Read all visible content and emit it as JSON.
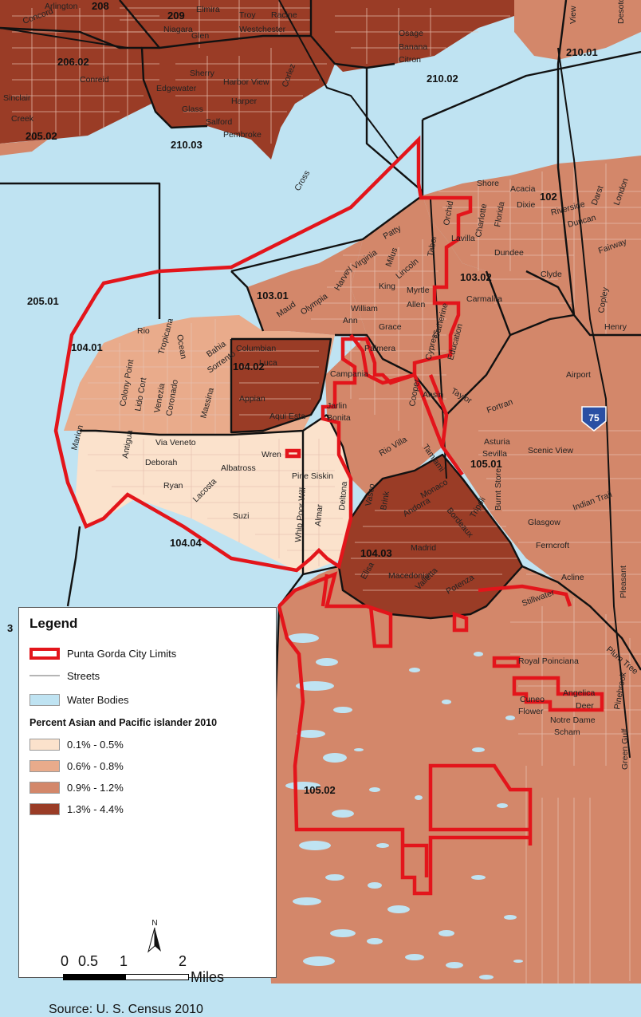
{
  "colors": {
    "water": "#bfe3f2",
    "class_1": "#fbe2cc",
    "class_2": "#e9ab8b",
    "class_3": "#d3876a",
    "class_4": "#9a3c26",
    "city_limits": "#e3151b",
    "tract_border": "#111111",
    "streets": "#e7c1b1"
  },
  "tract_labels": [
    "208",
    "209",
    "206.02",
    "210.01",
    "210.02",
    "210.03",
    "205.02",
    "102",
    "103.01",
    "103.02",
    "205.01",
    "104.01",
    "104.02",
    "105.01",
    "104.04",
    "104.03",
    "105.02",
    "3"
  ],
  "street_labels": [
    "Arlington",
    "Concord",
    "Elmira",
    "Troy",
    "Racine",
    "Niagara",
    "Glen",
    "Westchester",
    "Osage",
    "Banana",
    "Citron",
    "View",
    "Desoto",
    "Edgewater",
    "Sherry",
    "Harbor View",
    "Harper",
    "Corlez",
    "Conreid",
    "Sinclair",
    "Creek",
    "Glass",
    "Salford",
    "Pembroke",
    "Cross",
    "Shore",
    "Acacia",
    "Orchid",
    "Charlotte",
    "Florida",
    "Dixie",
    "Riverside",
    "Duncan",
    "Darst",
    "London",
    "Patty",
    "Tabor",
    "Lavilla",
    "Dundee",
    "Fairway",
    "Virginia",
    "Milus",
    "Lincoln",
    "Harvey",
    "King",
    "Myrtle",
    "Clyde",
    "Maud",
    "Olympia",
    "Allen",
    "Carmalita",
    "Copley",
    "William",
    "Ann",
    "Grace",
    "Catherine",
    "Henry",
    "Rio",
    "Tropicana",
    "Ocean",
    "Columbian",
    "Palmera",
    "Cypress",
    "Education",
    "Airport",
    "Bahia",
    "Sorrento",
    "Luca",
    "Campania",
    "Ansin",
    "Taylor",
    "Colony Point",
    "Lido Cort",
    "Venezia",
    "Coronado",
    "Appian",
    "Jarlin",
    "Bonita",
    "Cooper",
    "Fortran",
    "Marion",
    "Massina",
    "Aqui Esta",
    "Via Veneto",
    "Antigua",
    "Asturia",
    "Sevilla",
    "Scenic View",
    "Deborah",
    "Wren",
    "Albatross",
    "Pine Siskin",
    "Rio Villa",
    "Tamiami",
    "Ryan",
    "Lacosta",
    "Suzi",
    "Whip Poor Will",
    "Almar",
    "Deltona",
    "Vasco",
    "Brink",
    "Andorra",
    "Monaco",
    "Bordeaux",
    "Tripoli",
    "Burnt Store",
    "Indian Trail",
    "Glasgow",
    "Ferncroft",
    "Madrid",
    "Macedonia",
    "Valletta",
    "Potenza",
    "Elisa",
    "Acline",
    "Stillwater",
    "Pleasant",
    "Plum Tree",
    "Royal Poinciana",
    "Angelica",
    "Deer",
    "Cuneo",
    "Flower",
    "Notre Dame",
    "Scham",
    "Green Gulf",
    "Pinebrook"
  ],
  "legend": {
    "title": "Legend",
    "city_limits": "Punta Gorda City Limits",
    "streets": "Streets",
    "water": "Water Bodies",
    "class_heading": "Percent Asian and Pacific islander  2010",
    "classes": [
      "0.1% - 0.5%",
      "0.6% - 0.8%",
      "0.9% - 1.2%",
      "1.3% - 4.4%"
    ]
  },
  "scale": {
    "labels": [
      "0",
      "0.5",
      "1",
      "2"
    ],
    "unit": "Miles",
    "north": "N"
  },
  "source": "Source: U. S. Census 2010",
  "interstate_shield": "75"
}
